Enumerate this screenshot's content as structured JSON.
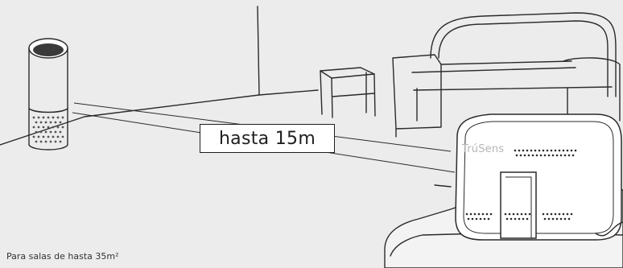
{
  "distance_label": "hasta 15m",
  "room_size_caption": "Para salas de hasta 35m²",
  "brand_logo_text": "TrúSens",
  "icons": [
    "air-purifier-icon",
    "sensor-device-icon"
  ],
  "colors": {
    "background": "#ececec",
    "line": "#2a2a2a",
    "box_fill": "#ffffff"
  }
}
